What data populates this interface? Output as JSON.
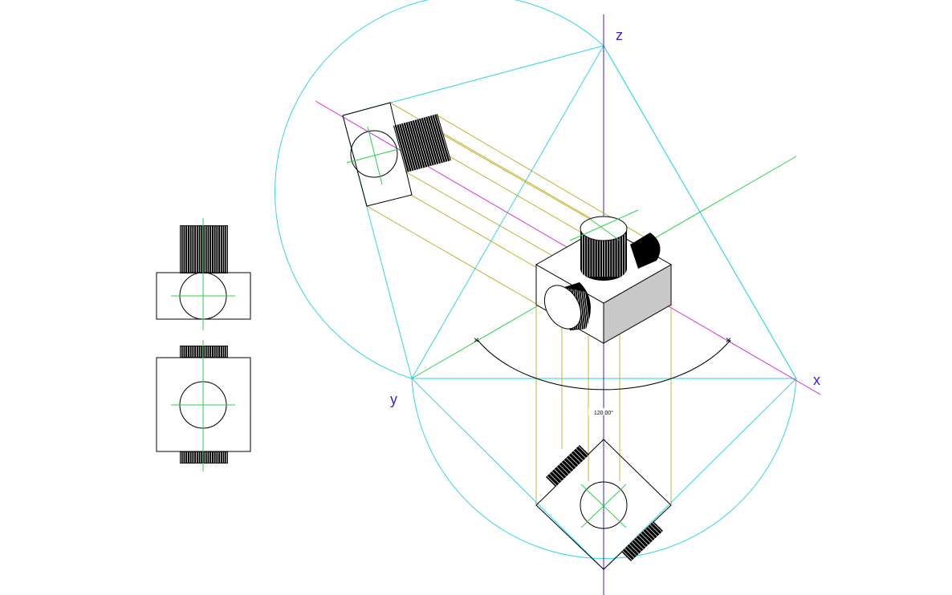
{
  "axes": {
    "x_label": "x",
    "y_label": "y",
    "z_label": "z"
  },
  "dimension": {
    "angle_text": "120.00°"
  },
  "colors": {
    "construction": "#33d6e0",
    "projection": "#b5a300",
    "centerline": "#2ad04a",
    "z_axis": "#3a1fd0",
    "isometric_axis": "#d633d6",
    "shade": "#c8c8c8"
  }
}
